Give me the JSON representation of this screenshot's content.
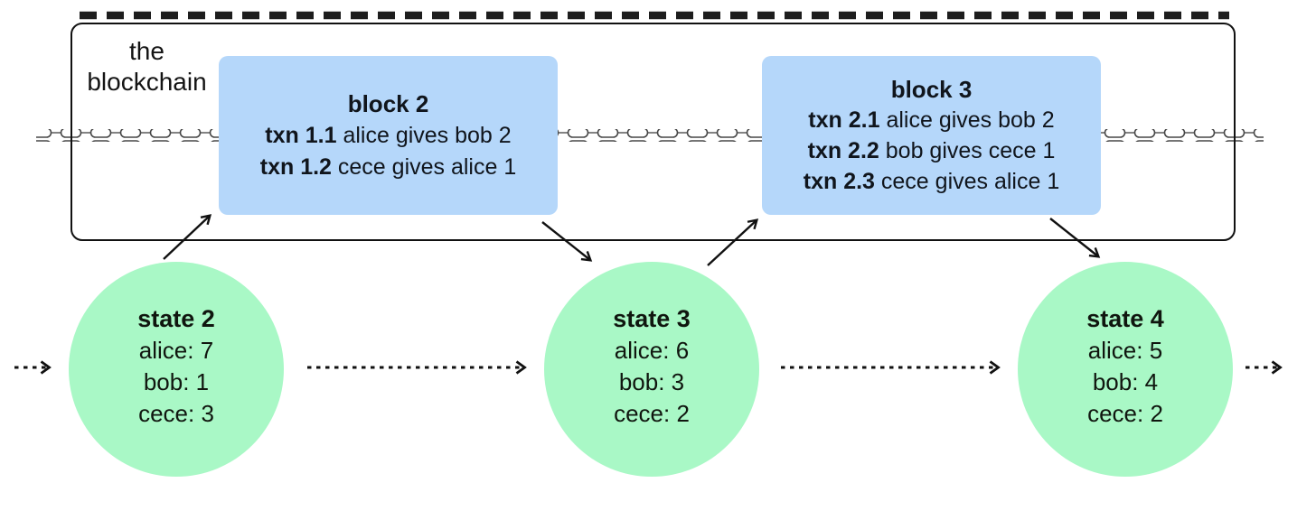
{
  "diagram": {
    "container_label": "the blockchain",
    "blocks": [
      {
        "title": "block 2",
        "txns": [
          {
            "id": "txn 1.1",
            "text": "alice gives bob 2"
          },
          {
            "id": "txn 1.2",
            "text": "cece gives alice 1"
          }
        ]
      },
      {
        "title": "block 3",
        "txns": [
          {
            "id": "txn 2.1",
            "text": "alice gives bob 2"
          },
          {
            "id": "txn 2.2",
            "text": "bob gives cece 1"
          },
          {
            "id": "txn 2.3",
            "text": "cece gives alice 1"
          }
        ]
      }
    ],
    "states": [
      {
        "title": "state 2",
        "balances": [
          "alice: 7",
          "bob: 1",
          "cece: 3"
        ]
      },
      {
        "title": "state 3",
        "balances": [
          "alice: 6",
          "bob: 3",
          "cece: 2"
        ]
      },
      {
        "title": "state 4",
        "balances": [
          "alice: 5",
          "bob: 4",
          "cece: 2"
        ]
      }
    ]
  },
  "colors": {
    "block-fill": "#b5d7fa",
    "state-fill": "#a9f8c6",
    "stroke": "#111111",
    "chain-stroke": "#4a4a4a"
  }
}
